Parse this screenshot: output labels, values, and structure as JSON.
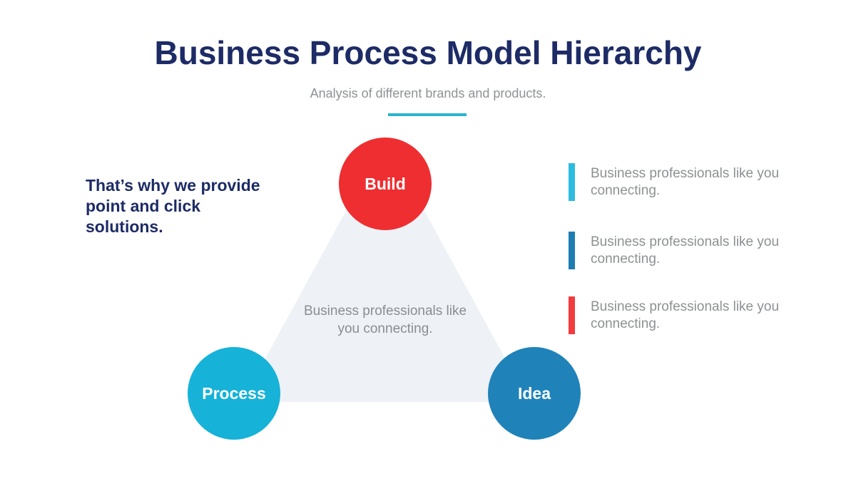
{
  "header": {
    "title": "Business Process Model Hierarchy",
    "subtitle": "Analysis of different brands and products.",
    "divider_color": "#2ab4cc"
  },
  "left_note": {
    "text": "That’s why we provide\npoint and click\nsolutions."
  },
  "diagram": {
    "triangle_color": "#eef1f6",
    "center_text": "Business professionals like you connecting.",
    "nodes": [
      {
        "id": "build",
        "label": "Build",
        "color": "#ee2e31"
      },
      {
        "id": "process",
        "label": "Process",
        "color": "#16b2d8"
      },
      {
        "id": "idea",
        "label": "Idea",
        "color": "#1f83ba"
      }
    ]
  },
  "legend": {
    "items": [
      {
        "text": "Business professionals like you connecting.",
        "color": "#2cbcdf"
      },
      {
        "text": "Business professionals like you connecting.",
        "color": "#1d7db3"
      },
      {
        "text": "Business professionals like you connecting.",
        "color": "#f23b3e"
      }
    ]
  },
  "colors": {
    "title_navy": "#1d2b66",
    "body_gray": "#8d9093",
    "background": "#ffffff"
  }
}
